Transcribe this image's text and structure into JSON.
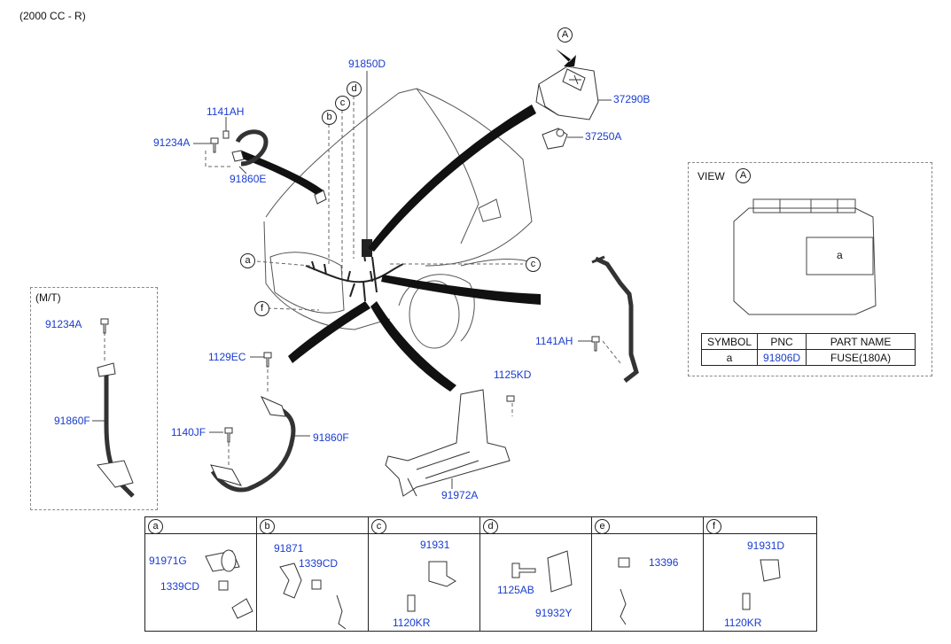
{
  "header": {
    "engine_label": "(2000 CC - R)"
  },
  "main": {
    "callouts": {
      "A": "A",
      "b": "b",
      "c": "c",
      "d": "d",
      "a": "a",
      "c2": "c",
      "f": "f"
    },
    "labels": {
      "p91850D": "91850D",
      "p37290B": "37290B",
      "p37250A": "37250A",
      "p1141AH_top": "1141AH",
      "p91234A_top": "91234A",
      "p91860E": "91860E",
      "p1129EC": "1129EC",
      "p1140JF": "1140JF",
      "p91860F_main": "91860F",
      "p1125KD": "1125KD",
      "p91972A": "91972A",
      "p1141AH_right": "1141AH"
    }
  },
  "mt_box": {
    "title": "(M/T)",
    "p91234A": "91234A",
    "p91860F": "91860F"
  },
  "view_panel": {
    "title": "VIEW",
    "callout": "A",
    "fuse_label": "a",
    "table": {
      "headers": [
        "SYMBOL",
        "PNC",
        "PART NAME"
      ],
      "row": {
        "symbol": "a",
        "pnc": "91806D",
        "part_name": "FUSE(180A)"
      }
    }
  },
  "detail_cells": [
    {
      "key": "a",
      "parts": [
        "91971G",
        "1339CD"
      ]
    },
    {
      "key": "b",
      "parts": [
        "91871",
        "1339CD"
      ]
    },
    {
      "key": "c",
      "parts": [
        "91931",
        "1120KR"
      ]
    },
    {
      "key": "d",
      "parts": [
        "1125AB",
        "91932Y"
      ]
    },
    {
      "key": "e",
      "parts": [
        "13396"
      ]
    },
    {
      "key": "f",
      "parts": [
        "91931D",
        "1120KR"
      ]
    }
  ]
}
